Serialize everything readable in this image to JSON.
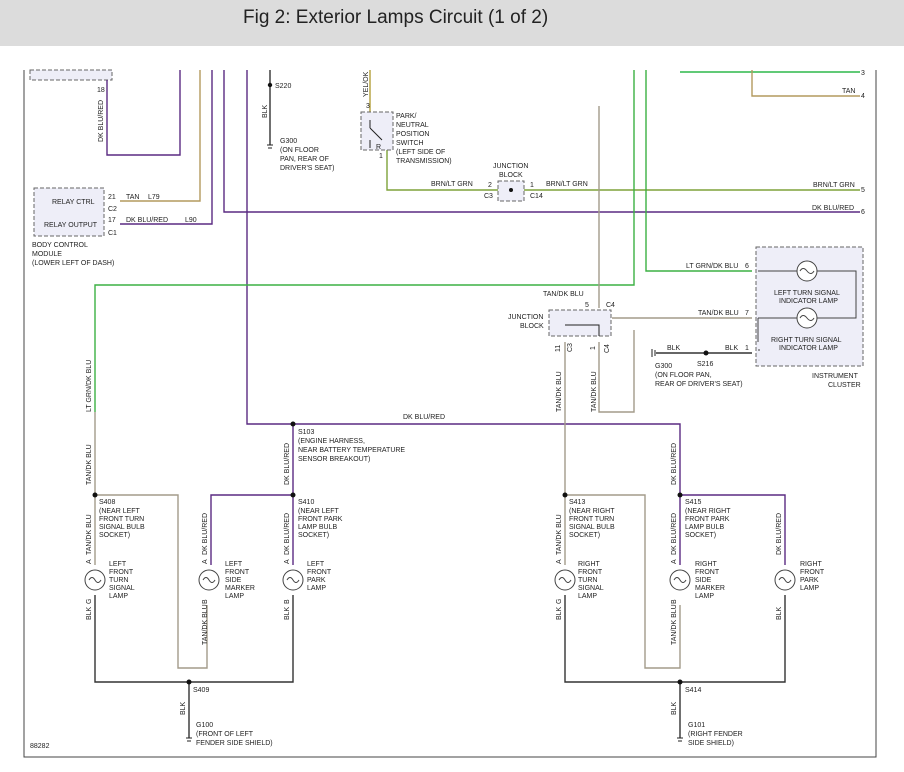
{
  "header": {
    "title": "Fig 2: Exterior Lamps Circuit (1 of 2)"
  },
  "colors": {
    "purple": "#5a2a82",
    "tan": "#b39a5e",
    "green": "#2db84a",
    "olive": "#7ea23a",
    "tan_blue": "#a39b8a",
    "black": "#333333",
    "lightgreen": "#3cb043"
  },
  "figure_id": "88282",
  "bcm": {
    "title": "BODY CONTROL MODULE (LOWER LEFT OF DASH)",
    "title_l1": "BODY CONTROL",
    "title_l2": "MODULE",
    "title_l3": "(LOWER LEFT OF DASH)",
    "relay_ctrl": "RELAY CTRL",
    "relay_output": "RELAY OUTPUT",
    "pin_21": "21",
    "pin_17": "17",
    "conn_c2": "C2",
    "conn_c1": "C1",
    "wire_tan": "TAN",
    "ckt_l79": "L79",
    "wire_dkblured": "DK BLU/RED",
    "ckt_l90": "L90"
  },
  "top_left": {
    "pin_18": "18",
    "wire_dkblured_v": "DK BLU/RED"
  },
  "s220": {
    "label": "S220",
    "wire_blk": "BLK"
  },
  "g300_top": {
    "l1": "G300",
    "l2": "(ON FLOOR",
    "l3": "PAN, REAR OF",
    "l4": "DRIVER'S SEAT)"
  },
  "pnp_switch": {
    "wire_yelok": "YEL/OK",
    "pin_3": "3",
    "pin_1": "1",
    "r": "R",
    "l1": "PARK/",
    "l2": "NEUTRAL",
    "l3": "POSITION",
    "l4": "SWITCH",
    "l5": "(LEFT SIDE OF",
    "l6": "TRANSMISSION)"
  },
  "junction_top": {
    "l1": "JUNCTION",
    "l2": "BLOCK",
    "pin_2": "2",
    "pin_1": "1",
    "c3": "C3",
    "c14": "C14",
    "wire_left": "BRN/LT GRN",
    "wire_right": "BRN/LT GRN"
  },
  "right_edge": {
    "pin_3": "3",
    "tan": "TAN",
    "pin_4": "4",
    "brn_ltgrn": "BRN/LT GRN",
    "pin_5": "5",
    "dkblured": "DK BLU/RED",
    "pin_6": "6"
  },
  "cluster": {
    "wire_ltgrn_dkblu": "LT GRN/DK BLU",
    "pin_6": "6",
    "wire_tan_dkblu": "TAN/DK BLU",
    "pin_7": "7",
    "wire_blk": "BLK",
    "pin_1": "1",
    "left_l1": "LEFT TURN SIGNAL",
    "left_l2": "INDICATOR LAMP",
    "right_l1": "RIGHT TURN SIGNAL",
    "right_l2": "INDICATOR LAMP",
    "name_l1": "INSTRUMENT",
    "name_l2": "CLUSTER"
  },
  "junction_mid": {
    "l1": "JUNCTION",
    "l2": "BLOCK",
    "wire_tan_dkblu": "TAN/DK BLU",
    "pin_5": "5",
    "c4_top": "C4",
    "pin_11": "11",
    "c3": "C3",
    "pin_1": "1",
    "c4": "C4"
  },
  "g300_mid": {
    "wire_blk": "BLK",
    "s216": "S216",
    "l1": "G300",
    "l2": "(ON FLOOR PAN,",
    "l3": "REAR OF DRIVER'S SEAT)"
  },
  "s103": {
    "label": "S103",
    "l1": "(ENGINE HARNESS,",
    "l2": "NEAR BATTERY TEMPERATURE",
    "l3": "SENSOR BREAKOUT)",
    "wire_dkblured": "DK BLU/RED"
  },
  "left_side": {
    "wire_ltgrn_dkblu": "LT GRN/DK BLU",
    "wire_tan_dkblu": "TAN/DK BLU",
    "wire_dkblured": "DK BLU/RED",
    "s408": "S408",
    "s408_l1": "(NEAR LEFT",
    "s408_l2": "FRONT TURN",
    "s408_l3": "SIGNAL BULB",
    "s408_l4": "SOCKET)",
    "s410": "S410",
    "s410_l1": "(NEAR LEFT",
    "s410_l2": "FRONT PARK",
    "s410_l3": "LAMP BULB",
    "s410_l4": "SOCKET)",
    "turn_l1": "LEFT",
    "turn_l2": "FRONT",
    "turn_l3": "TURN",
    "turn_l4": "SIGNAL",
    "turn_l5": "LAMP",
    "marker_l1": "LEFT",
    "marker_l2": "FRONT",
    "marker_l3": "SIDE",
    "marker_l4": "MARKER",
    "marker_l5": "LAMP",
    "park_l1": "LEFT",
    "park_l2": "FRONT",
    "park_l3": "PARK",
    "park_l4": "LAMP",
    "pin_a": "A",
    "pin_b": "B",
    "pin_g": "G",
    "wire_blk": "BLK",
    "wire_tan_dkblu_v": "TAN/DK BLU",
    "wire_dkblured_v": "DK BLU/RED",
    "s409": "S409",
    "g100": "G100",
    "g100_l1": "(FRONT OF LEFT",
    "g100_l2": "FENDER SIDE SHIELD)"
  },
  "right_side": {
    "wire_tan_dkblu": "TAN/DK BLU",
    "wire_dkblured": "DK BLU/RED",
    "s413": "S413",
    "s413_l1": "(NEAR RIGHT",
    "s413_l2": "FRONT TURN",
    "s413_l3": "SIGNAL BULB",
    "s413_l4": "SOCKET)",
    "s415": "S415",
    "s415_l1": "(NEAR RIGHT",
    "s415_l2": "FRONT PARK",
    "s415_l3": "LAMP BULB",
    "s415_l4": "SOCKET)",
    "turn_l1": "RIGHT",
    "turn_l2": "FRONT",
    "turn_l3": "TURN",
    "turn_l4": "SIGNAL",
    "turn_l5": "LAMP",
    "marker_l1": "RIGHT",
    "marker_l2": "FRONT",
    "marker_l3": "SIDE",
    "marker_l4": "MARKER",
    "marker_l5": "LAMP",
    "park_l1": "RIGHT",
    "park_l2": "FRONT",
    "park_l3": "PARK",
    "park_l4": "LAMP",
    "pin_a": "A",
    "pin_b": "B",
    "pin_g": "G",
    "wire_blk": "BLK",
    "s414": "S414",
    "g101": "G101",
    "g101_l1": "(RIGHT FENDER",
    "g101_l2": "SIDE SHIELD)"
  }
}
